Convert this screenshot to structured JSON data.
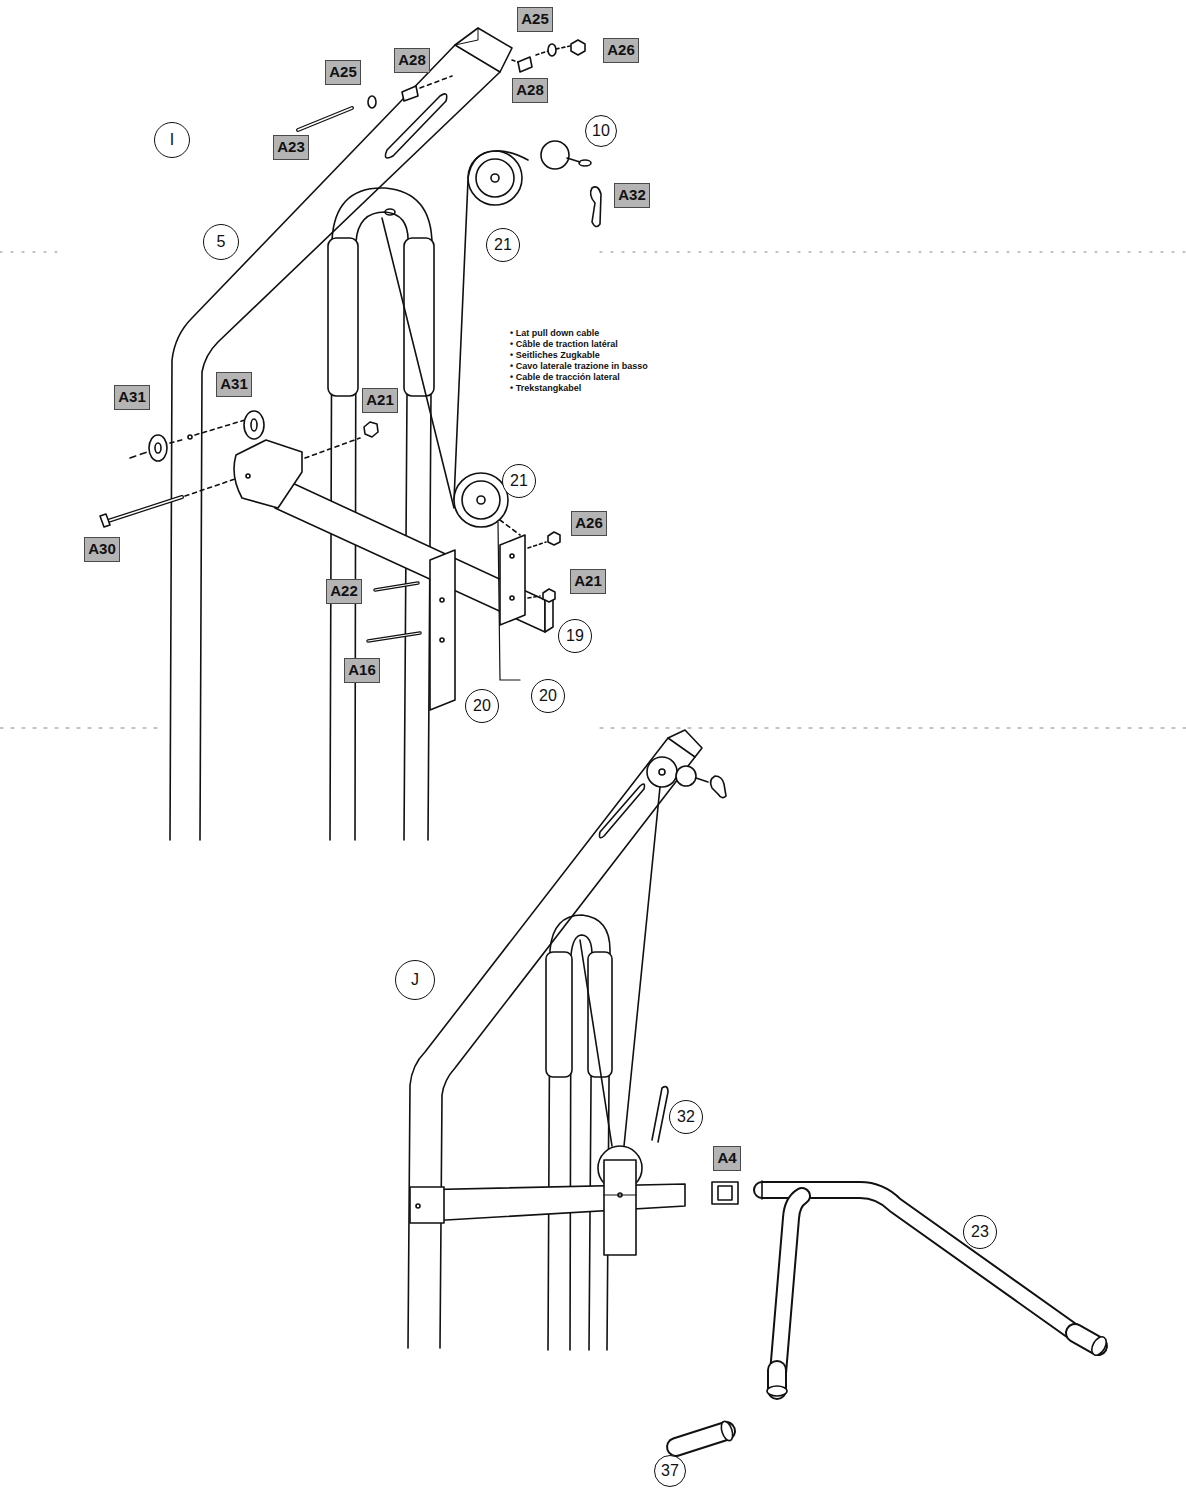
{
  "diagram": {
    "nodes": [
      {
        "text": [
          "A25"
        ]
      },
      {
        "text": [
          "A28"
        ]
      },
      {
        "text": [
          "A25"
        ]
      },
      {
        "text": [
          "A26"
        ]
      },
      {
        "text": [
          "A28"
        ]
      },
      {
        "text": [
          "A23"
        ]
      },
      {
        "text": [
          "I"
        ]
      },
      {
        "text": [
          "10"
        ]
      },
      {
        "text": [
          "A32"
        ]
      },
      {
        "text": [
          "5"
        ]
      },
      {
        "text": [
          "21"
        ]
      },
      {
        "text": [
          "A31"
        ]
      },
      {
        "text": [
          "A31"
        ]
      },
      {
        "text": [
          "A21"
        ]
      },
      {
        "text": [
          "21"
        ]
      },
      {
        "text": [
          "A26"
        ]
      },
      {
        "text": [
          "A30"
        ]
      },
      {
        "text": [
          "A22"
        ]
      },
      {
        "text": [
          "A21"
        ]
      },
      {
        "text": [
          "19"
        ]
      },
      {
        "text": [
          "A16"
        ]
      },
      {
        "text": [
          "20"
        ]
      },
      {
        "text": [
          "20"
        ]
      },
      {
        "text": [
          "J"
        ]
      },
      {
        "text": [
          "32"
        ]
      },
      {
        "text": [
          "A4"
        ]
      },
      {
        "text": [
          "23"
        ]
      },
      {
        "text": [
          "37"
        ]
      }
    ],
    "labels": [
      "• Lat pull down cable",
      "• Câble de traction latéral",
      "• Seitliches Zugkable",
      "• Cavo laterale trazione in basso",
      "• Cable de tracción lateral",
      "• Trekstangkabel"
    ]
  }
}
